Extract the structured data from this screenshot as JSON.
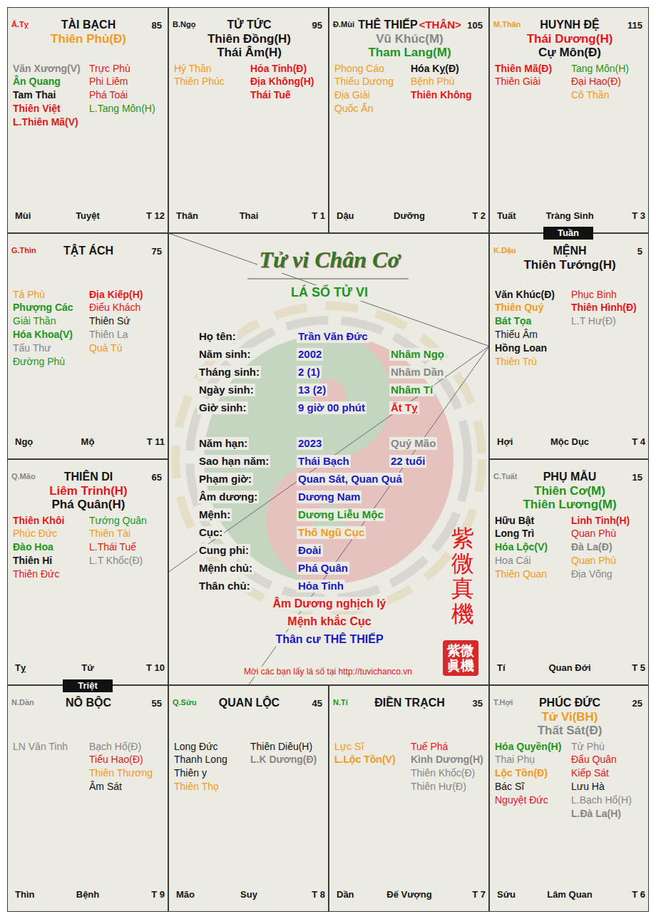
{
  "diagram": {
    "nodes": [
      {
        "text": [
          "Ấ.Tỵ",
          "TÀI BẠCH",
          "85",
          "Thiên Phủ(Đ)",
          "Văn Xương(V)",
          "Ân Quang",
          "Tam Thai",
          "Thiên Việt",
          "L.Thiên Mã(V)",
          "Trực Phù",
          "Phi Liêm",
          "Phá Toái",
          "L.Tang Môn(H)",
          "Mùi",
          "Tuyệt",
          "T 12"
        ]
      },
      {
        "text": [
          "B.Ngọ",
          "TỬ TỨC",
          "95",
          "Thiên Đồng(H)",
          "Thái Âm(H)",
          "Hỷ Thần",
          "Thiên Phúc",
          "Hỏa Tinh(Đ)",
          "Địa Không(H)",
          "Thái Tuế",
          "Thân",
          "Thai",
          "T 1"
        ]
      },
      {
        "text": [
          "Đ.Mùi",
          "THÊ THIẾP",
          "<THÂN>",
          "105",
          "Vũ Khúc(M)",
          "Tham Lang(M)",
          "Phong Cáo",
          "Thiếu Dương",
          "Địa Giải",
          "Quốc Ấn",
          "Hóa Kỵ(Đ)",
          "Bệnh Phù",
          "Thiên Không",
          "Dậu",
          "Dưỡng",
          "T 2"
        ]
      },
      {
        "text": [
          "M.Thân",
          "HUYNH ĐỆ",
          "115",
          "Thái Dương(H)",
          "Cự Môn(Đ)",
          "Thiên Mã(Đ)",
          "Thiên Giải",
          "Tang Môn(H)",
          "Đại Hao(Đ)",
          "Cô Thần",
          "Tuất",
          "Tràng Sinh",
          "T 3"
        ]
      },
      {
        "text": [
          "Tuần"
        ]
      },
      {
        "text": [
          "G.Thìn",
          "TẬT ÁCH",
          "75",
          "Tả Phù",
          "Phượng Các",
          "Giải Thần",
          "Hóa Khoa(V)",
          "Tấu Thư",
          "Đường Phù",
          "Địa Kiếp(H)",
          "Điếu Khách",
          "Thiên Sứ",
          "Thiên La",
          "Quả Tú",
          "Ngọ",
          "Mộ",
          "T 11"
        ]
      },
      {
        "text": [
          "Tử vi Chân Cơ",
          "LÁ SỐ TỬ VI",
          "Họ tên:",
          "Trần Văn Đức",
          "Năm sinh:",
          "2002",
          "Nhâm Ngọ",
          "Tháng sinh:",
          "2 (1)",
          "Nhâm Dần",
          "Ngày sinh:",
          "13 (2)",
          "Nhâm Tí",
          "Giờ sinh:",
          "9 giờ 00 phút",
          "Ất Tỵ",
          "Năm hạn:",
          "2023",
          "Quý Mão",
          "Sao hạn năm:",
          "Thái Bạch",
          "22 tuổi",
          "Phạm giờ:",
          "Quan Sát, Quan Quả",
          "Âm dương:",
          "Dương Nam",
          "Mệnh:",
          "Dương Liễu Mộc",
          "Cục:",
          "Thổ Ngũ Cục",
          "Cung phi:",
          "Đoài",
          "Mệnh chủ:",
          "Phá Quân",
          "Thân chủ:",
          "Hỏa Tinh",
          "Âm Dương nghịch lý",
          "Mệnh khắc Cục",
          "Thân cư THÊ THIẾP",
          "Mời các bạn lấy lá số tại http://tuvichanco.vn",
          "紫微真機"
        ]
      },
      {
        "text": [
          "紫微眞機"
        ],
        "in": 6
      },
      {
        "text": [
          "K.Dậu",
          "MỆNH",
          "5",
          "Thiên Tướng(H)",
          "Văn Khúc(Đ)",
          "Thiên Quý",
          "Bát Tọa",
          "Thiếu Âm",
          "Hồng Loan",
          "Thiên Trù",
          "Phục Binh",
          "Thiên Hình(Đ)",
          "L.T Hư(Đ)",
          "Hợi",
          "Mộc Dục",
          "T 4"
        ]
      },
      {
        "text": [
          "Q.Mão",
          "THIÊN DI",
          "65",
          "Liêm Trinh(H)",
          "Phá Quân(H)",
          "Thiên Khôi",
          "Phúc Đức",
          "Đào Hoa",
          "Thiên Hỉ",
          "Thiên Đức",
          "Tướng Quân",
          "Thiên Tài",
          "L.Thái Tuế",
          "L.T Khốc(Đ)",
          "Tỵ",
          "Tử",
          "T 10"
        ]
      },
      {
        "text": [
          "C.Tuất",
          "PHỤ MẪU",
          "15",
          "Thiên Cơ(M)",
          "Thiên Lương(M)",
          "Hữu Bật",
          "Long Trì",
          "Hóa Lộc(V)",
          "Hoa Cái",
          "Thiên Quan",
          "Linh Tinh(H)",
          "Quan Phù",
          "Đà La(Đ)",
          "Quan Phủ",
          "Địa Võng",
          "Tí",
          "Quan Đới",
          "T 5"
        ]
      },
      {
        "text": [
          "Triệt"
        ]
      },
      {
        "text": [
          "N.Dần",
          "NÔ BỘC",
          "55",
          "LN Văn Tinh",
          "Bạch Hổ(Đ)",
          "Tiểu Hao(Đ)",
          "Thiên Thương",
          "Âm Sát",
          "Thìn",
          "Bệnh",
          "T 9"
        ]
      },
      {
        "text": [
          "Q.Sửu",
          "QUAN LỘC",
          "45",
          "Long Đức",
          "Thanh Long",
          "Thiên y",
          "Thiên Thọ",
          "Thiên Diêu(H)",
          "L.K Dương(Đ)",
          "Mão",
          "Suy",
          "T 8"
        ]
      },
      {
        "text": [
          "N.Tí",
          "ĐIỀN TRẠCH",
          "35",
          "Lực Sĩ",
          "L.Lộc Tồn(V)",
          "Tuế Phá",
          "Kình Dương(H)",
          "Thiên Khốc(Đ)",
          "Thiên Hư(Đ)",
          "Dần",
          "Đế Vượng",
          "T 7"
        ]
      },
      {
        "text": [
          "T.Hợi",
          "PHÚC ĐỨC",
          "25",
          "Tử Vi(BH)",
          "Thất Sát(Đ)",
          "Hóa Quyền(H)",
          "Thai Phụ",
          "Lộc Tồn(Đ)",
          "Bác Sĩ",
          "Nguyệt Đức",
          "Tử Phù",
          "Đẩu Quân",
          "Kiếp Sát",
          "Lưu Hà",
          "L.Bạch Hổ(H)",
          "L.Đà La(H)",
          "Sửu",
          "Lâm Quan",
          "T 6"
        ]
      }
    ],
    "edges": [
      {
        "from": 8,
        "to": 0,
        "arrow": "none"
      },
      {
        "from": 8,
        "to": 9,
        "arrow": "none"
      },
      {
        "from": 8,
        "to": 13,
        "arrow": "none"
      }
    ]
  }
}
